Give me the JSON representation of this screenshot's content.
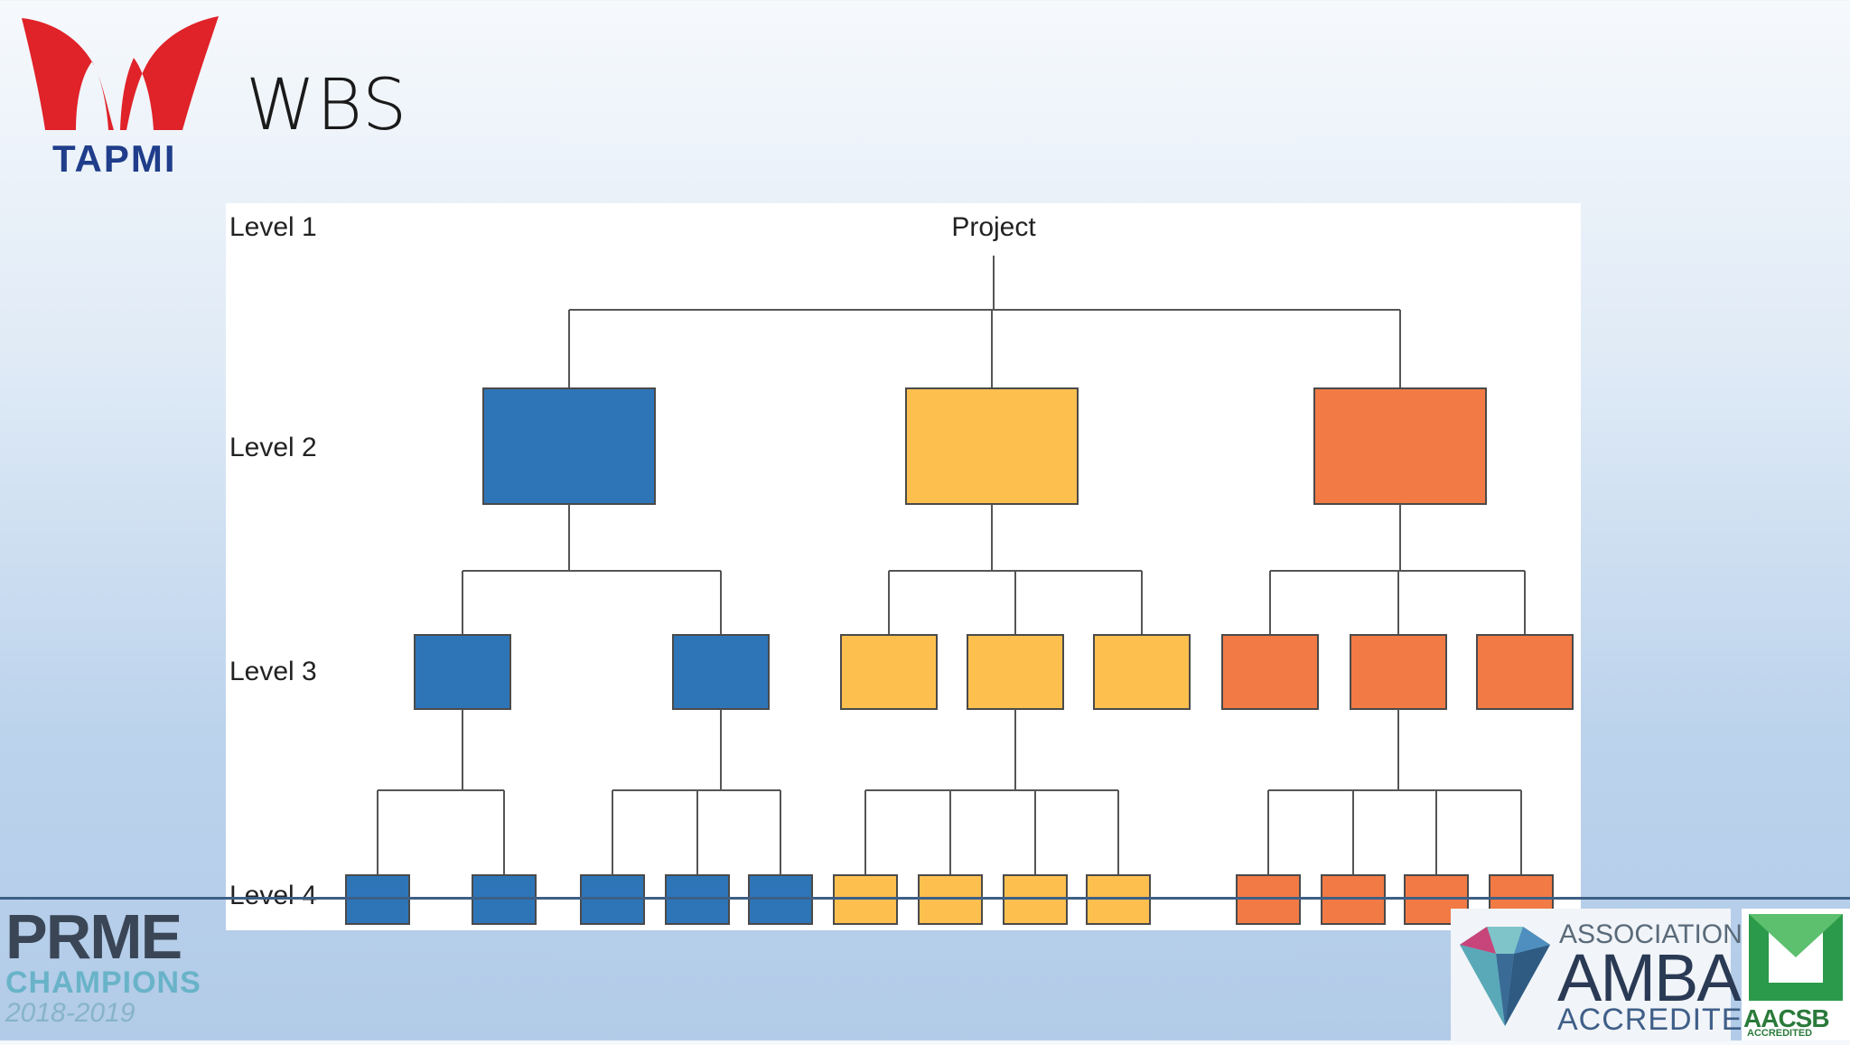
{
  "header": {
    "logo_text": "TAPMI",
    "title": "WBS"
  },
  "diagram": {
    "levels": [
      "Level 1",
      "Level 2",
      "Level 3",
      "Level 4"
    ],
    "root": "Project",
    "colors": {
      "blue": "#2e75b8",
      "yellow": "#fdc04f",
      "orange": "#f27a45",
      "line": "#555555"
    },
    "tree": {
      "level2": [
        {
          "color": "blue",
          "children": [
            {
              "leaves": 2
            },
            {
              "leaves": 3
            }
          ]
        },
        {
          "color": "yellow",
          "children": [
            {
              "leaves": 0
            },
            {
              "leaves": 4
            },
            {
              "leaves": 0
            }
          ]
        },
        {
          "color": "orange",
          "children": [
            {
              "leaves": 0
            },
            {
              "leaves": 4
            },
            {
              "leaves": 0
            }
          ]
        }
      ]
    }
  },
  "footer": {
    "prme_title": "PRME",
    "prme_sub": "CHAMPIONS",
    "prme_year": "2018-2019",
    "amba_assoc": "ASSOCIATION",
    "amba_main": "AMBA",
    "amba_acc": "ACCREDITED",
    "aacsb_main": "AACSB",
    "aacsb_acc": "ACCREDITED"
  }
}
